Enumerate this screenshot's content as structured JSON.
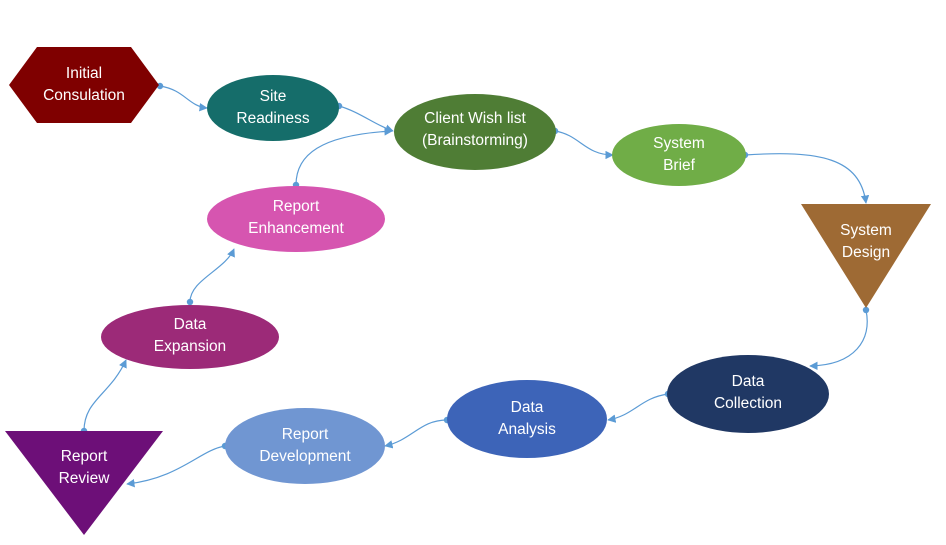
{
  "diagram": {
    "nodes": [
      {
        "id": "initial",
        "lines": [
          "Initial",
          "Consulation"
        ],
        "color": "#7f0000"
      },
      {
        "id": "site",
        "lines": [
          "Site",
          "Readiness"
        ],
        "color": "#156d6a"
      },
      {
        "id": "wish",
        "lines": [
          "Client Wish list",
          "(Brainstorming)"
        ],
        "color": "#4f7d35"
      },
      {
        "id": "brief",
        "lines": [
          "System",
          "Brief"
        ],
        "color": "#70ad47"
      },
      {
        "id": "design",
        "lines": [
          "System",
          "Design"
        ],
        "color": "#9e6a34"
      },
      {
        "id": "collection",
        "lines": [
          "Data",
          "Collection"
        ],
        "color": "#203864"
      },
      {
        "id": "analysis",
        "lines": [
          "Data",
          "Analysis"
        ],
        "color": "#3d64b8"
      },
      {
        "id": "development",
        "lines": [
          "Report",
          "Development"
        ],
        "color": "#7096d2"
      },
      {
        "id": "review",
        "lines": [
          "Report",
          "Review"
        ],
        "color": "#6d0f78"
      },
      {
        "id": "expansion",
        "lines": [
          "Data",
          "Expansion"
        ],
        "color": "#9c2a78"
      },
      {
        "id": "enhancement",
        "lines": [
          "Report",
          "Enhancement"
        ],
        "color": "#d655b0"
      }
    ],
    "edges": [
      [
        "initial",
        "site"
      ],
      [
        "site",
        "wish"
      ],
      [
        "wish",
        "brief"
      ],
      [
        "brief",
        "design"
      ],
      [
        "design",
        "collection"
      ],
      [
        "collection",
        "analysis"
      ],
      [
        "analysis",
        "development"
      ],
      [
        "development",
        "review"
      ],
      [
        "review",
        "expansion"
      ],
      [
        "expansion",
        "enhancement"
      ],
      [
        "enhancement",
        "wish"
      ]
    ],
    "connector_color": "#5b9bd5"
  }
}
